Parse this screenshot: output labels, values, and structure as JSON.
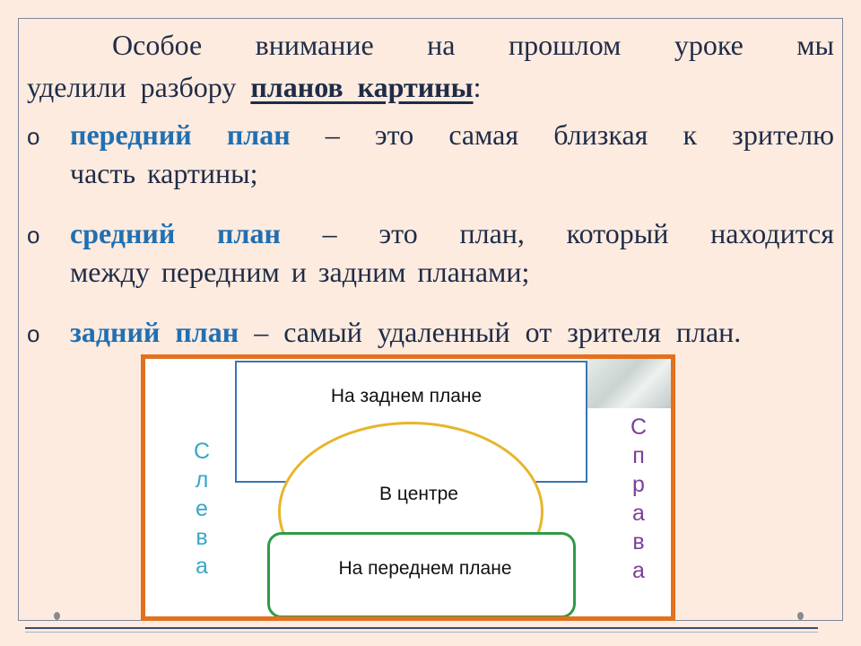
{
  "intro": {
    "line1": "Особое внимание на прошлом уроке мы",
    "line2_prefix": "уделили разбору",
    "line2_emphasis": "планов картины",
    "line2_suffix": ":"
  },
  "items": [
    {
      "term": "передний план",
      "rest1": "– это самая близкая к зрителю",
      "rest2": "часть картины;"
    },
    {
      "term": "средний план",
      "rest1": "– это план, который находится",
      "rest2": "между передним и задним планами;"
    },
    {
      "term": "задний план",
      "rest1": "– самый удаленный от зрителя план."
    }
  ],
  "bullet_symbol": "o",
  "diagram": {
    "back_label": "На заднем плане",
    "center_label": "В центре",
    "front_label": "На переднем плане",
    "left_letters": [
      "С",
      "л",
      "е",
      "в",
      "а"
    ],
    "right_letters": [
      "С",
      "п",
      "р",
      "а",
      "в",
      "а"
    ]
  }
}
